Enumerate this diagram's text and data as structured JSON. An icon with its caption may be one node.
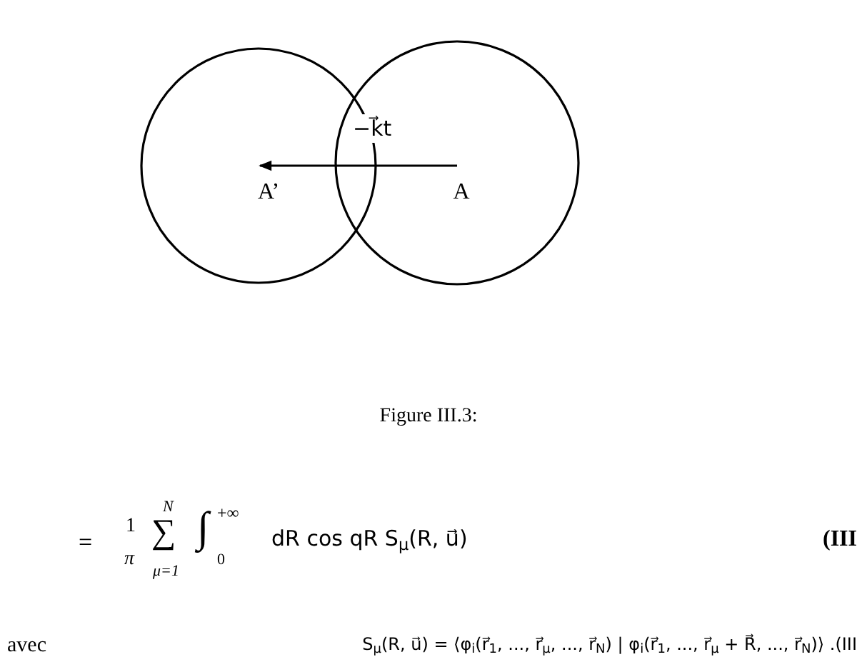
{
  "diagram": {
    "caption": "Figure III.3:",
    "nodes": [
      {
        "text": [
          "A’"
        ]
      },
      {
        "text": [
          "A"
        ]
      }
    ],
    "edges": [
      {
        "from": 1,
        "to": 0,
        "arrow": "to",
        "label": "−k⃗t"
      }
    ],
    "labels": [
      "=",
      "1",
      "π",
      "N",
      "∑",
      "μ=1",
      "∫",
      "+∞",
      "0",
      "dR cos qR S$_{μ}$(R, u⃗)",
      "(III",
      "avec",
      "S$_{μ}$(R, u⃗) = ⟨φ$_{i}$(r⃗$_{1}$, ..., r⃗$_{μ}$, ..., r⃗$_{N}$) | φ$_{i}$(r⃗$_{1}$, ..., r⃗$_{μ}$ + R⃗, ..., r⃗$_{N}$)⟩ .(III"
    ]
  }
}
